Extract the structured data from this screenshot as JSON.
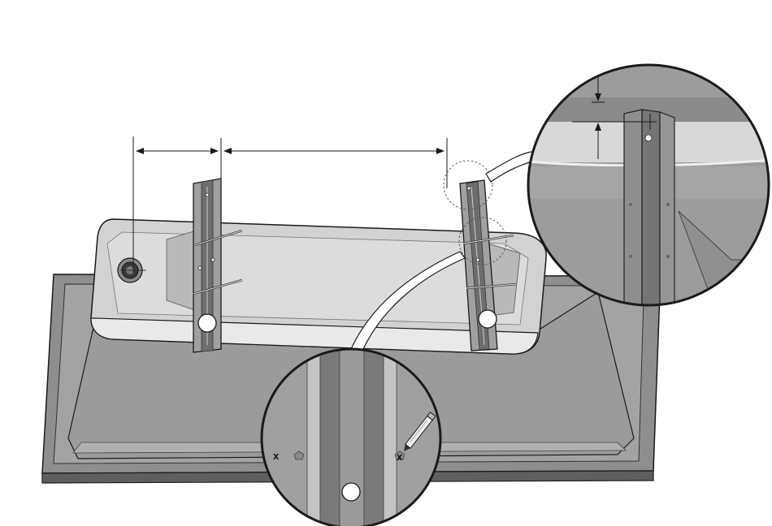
{
  "diagram": {
    "view": "installation-illustration",
    "subject": "bathtub-with-support-legs",
    "colors": {
      "outline": "#1a1a1a",
      "tray": "#8a8a8a",
      "tray_edge": "#5a5a5a",
      "tub_outer": "#9a9a9a",
      "rim_top": "#d4d4d4",
      "rim_face": "#e8e8e8",
      "leg": "#9c9c9c",
      "leg_dark": "#6a6a6a",
      "dashed_circle": "#666666",
      "white": "#ffffff"
    },
    "markers": {
      "left_leg": "",
      "right_leg": "",
      "bottom_detail": ""
    },
    "detail_marks": {
      "left_x": "x",
      "right_x": "x"
    },
    "icons": [
      "drain-icon",
      "pencil-icon",
      "dimension-arrow-icon",
      "magnifier-detail-icon"
    ]
  }
}
